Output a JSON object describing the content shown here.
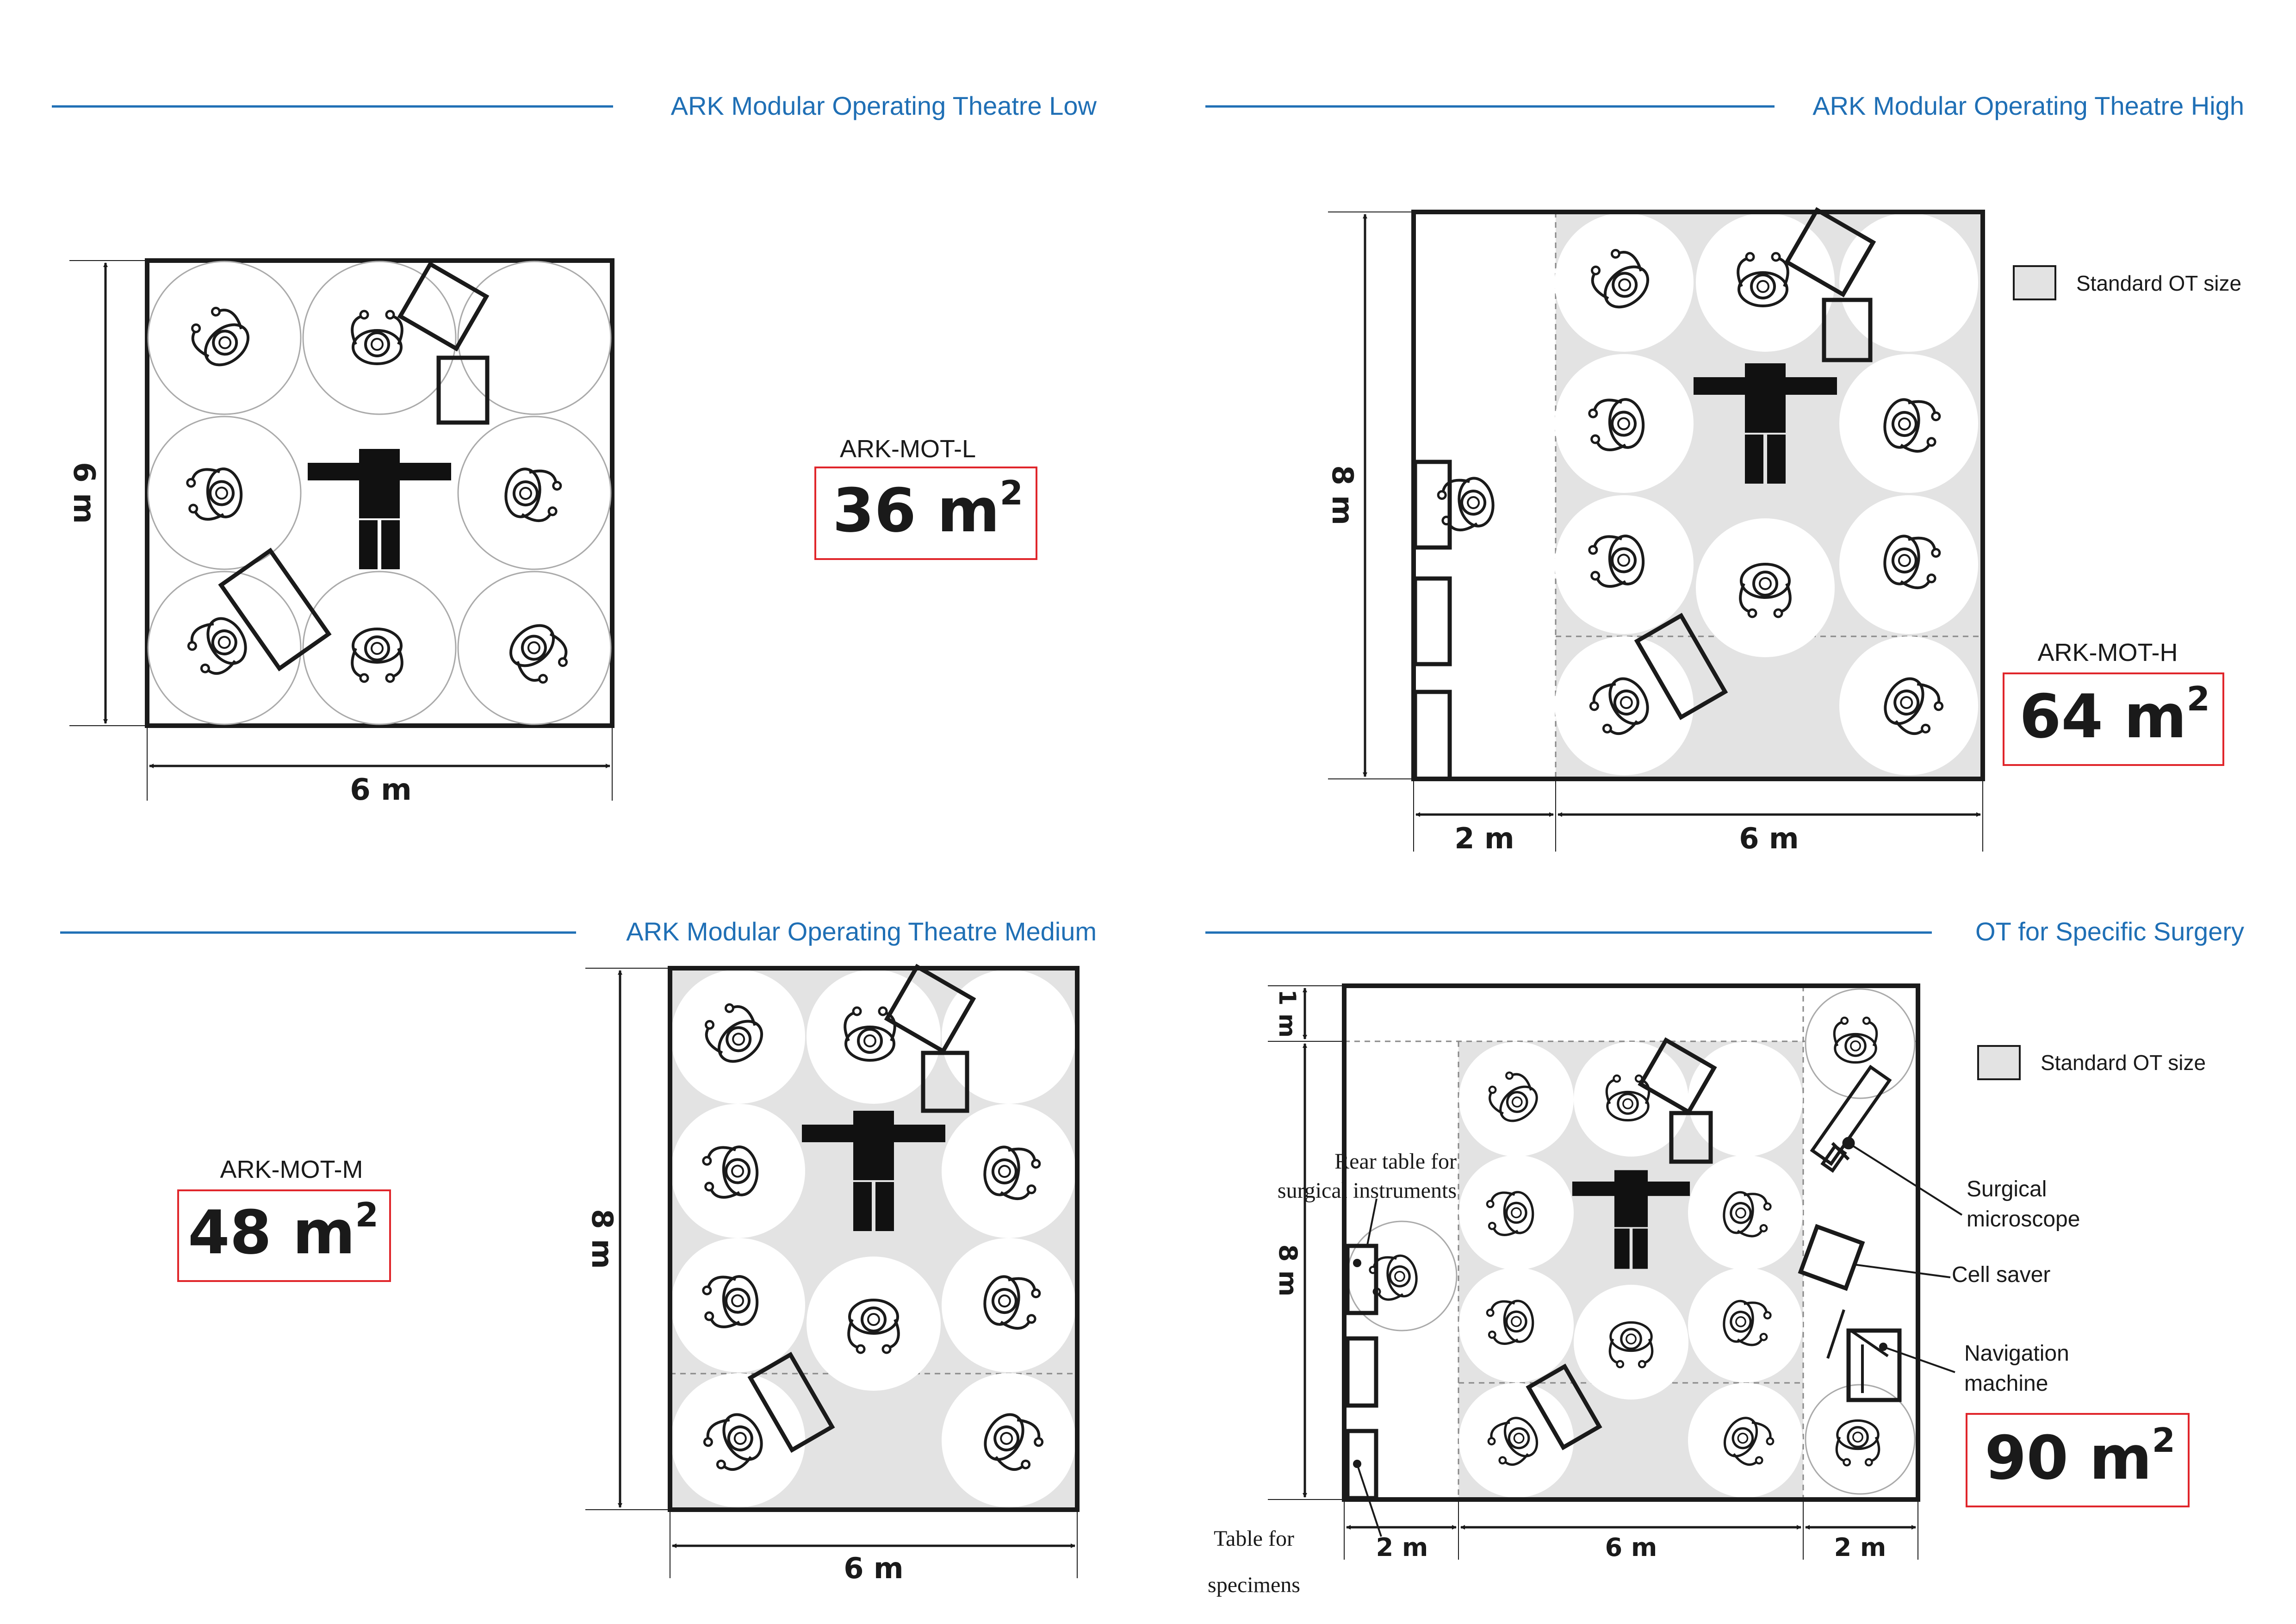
{
  "panels": {
    "low": {
      "title": "ARK Modular Operating Theatre Low",
      "code": "ARK-MOT-L",
      "area_value": "36 m",
      "area_sup": "2",
      "width_label": "6 m",
      "height_label": "6 m"
    },
    "high": {
      "title": "ARK Modular Operating Theatre High",
      "code": "ARK-MOT-H",
      "area_value": "64 m",
      "area_sup": "2",
      "left_width_label": "2 m",
      "width_label": "6 m",
      "height_label": "8 m",
      "legend_label": "Standard OT size"
    },
    "medium": {
      "title": "ARK Modular Operating Theatre Medium",
      "code": "ARK-MOT-M",
      "area_value": "48 m",
      "area_sup": "2",
      "width_label": "6 m",
      "height_label": "8 m"
    },
    "specific": {
      "title": "OT for Specific Surgery",
      "area_value": "90 m",
      "area_sup": "2",
      "left_width_label": "2 m",
      "width_label": "6 m",
      "right_width_label": "2 m",
      "top_height_label": "1 m",
      "height_label": "8 m",
      "legend_label": "Standard OT size",
      "rear_table_label_1": "Rear table for",
      "rear_table_label_2": "surgical instruments",
      "microscope_label_1": "Surgical",
      "microscope_label_2": "microscope",
      "cell_saver_label": "Cell saver",
      "navigation_label_1": "Navigation",
      "navigation_label_2": "machine",
      "specimens_label_1": "Table for",
      "specimens_label_2": "specimens"
    }
  },
  "colors": {
    "title_blue": "#1f6fb5",
    "area_border_red": "#e0262b",
    "standard_zone_grey": "#e3e3e3",
    "ink": "#1a1a1a"
  }
}
